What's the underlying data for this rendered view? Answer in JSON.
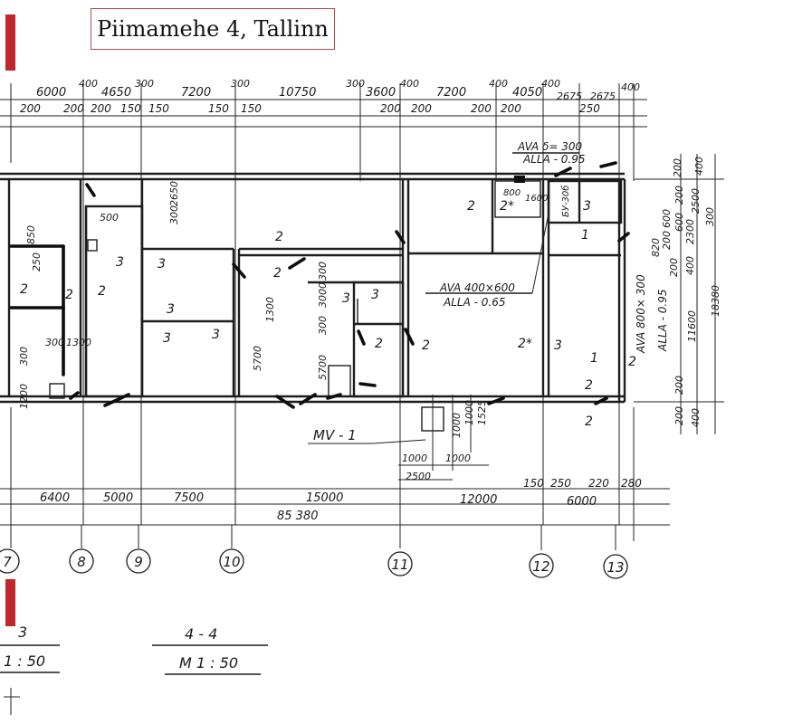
{
  "title": "Piimamehe 4, Tallinn",
  "colors": {
    "accent": "#c0282c",
    "title_border": "#b84a44",
    "ink": "#1d1d1d"
  },
  "top_dimensions": {
    "row1": [
      "6000",
      "400",
      "4650",
      "300",
      "7200",
      "300",
      "10750",
      "300",
      "3600",
      "400",
      "7200",
      "400",
      "4050",
      "400",
      "2675",
      "2675",
      "400"
    ],
    "row2": [
      "200",
      "200",
      "200",
      "150",
      "150",
      "150",
      "150",
      "200",
      "200",
      "200",
      "200",
      "250"
    ]
  },
  "openings": {
    "top_note_line1": "AVA  δ= 300",
    "top_note_line2": "ALLA - 0.95",
    "middle_line1": "AVA  400×600",
    "middle_line2": "ALLA - 0.65",
    "right_line1": "AVA  800× 300",
    "right_line2": "ALLA - 0.95",
    "small_800": "800",
    "small_1600": "1600",
    "small_bu": "БУ-30б"
  },
  "room_marks": [
    "2",
    "2",
    "3",
    "3",
    "2",
    "3",
    "3",
    "3",
    "2",
    "2",
    "3",
    "3",
    "2",
    "2",
    "2",
    "2*",
    "2*",
    "3",
    "3",
    "1",
    "1",
    "2",
    "2",
    "2"
  ],
  "interior_dims": [
    "500",
    "850",
    "250",
    "300",
    "1300",
    "300",
    "1200",
    "300",
    "2650",
    "300",
    "3000",
    "300",
    "1300",
    "5700",
    "5700"
  ],
  "right_side_dims": [
    "400",
    "200",
    "2500",
    "200",
    "600",
    "820",
    "200",
    "600",
    "200",
    "2300",
    "400",
    "300",
    "11600",
    "18380",
    "200",
    "400",
    "200"
  ],
  "section_label": "MV - 1",
  "section_dims": [
    "1000",
    "1000",
    "1525",
    "1000",
    "1000",
    "2500"
  ],
  "bottom_dims_small": [
    "150",
    "250",
    "220",
    "280"
  ],
  "bottom_dimensions": [
    "6400",
    "5000",
    "7500",
    "15000",
    "12000",
    "6000"
  ],
  "total_length": "85 380",
  "axes": [
    "7",
    "8",
    "9",
    "10",
    "11",
    "12",
    "13"
  ],
  "sections": [
    {
      "name": "3",
      "scale": "1 : 50"
    },
    {
      "name": "4 - 4",
      "scale": "M 1 : 50"
    }
  ]
}
